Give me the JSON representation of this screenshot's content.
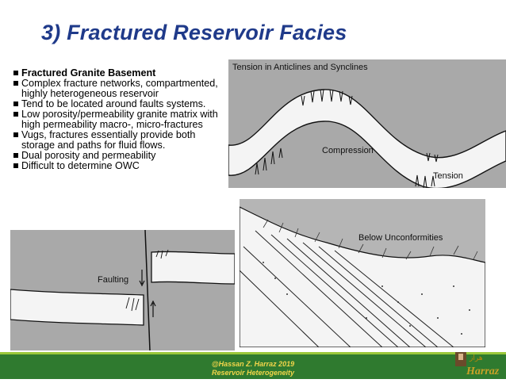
{
  "slide": {
    "title": "3) Fractured Reservoir Facies",
    "bullets": [
      {
        "text": "Fractured Granite Basement",
        "bold": true
      },
      {
        "text": "Complex fracture networks, compartmented, highly heterogeneous reservoir",
        "bold": false
      },
      {
        "text": "Tend to be located around faults systems.",
        "bold": false
      },
      {
        "text": "Low porosity/permeability granite matrix with high permeability macro-, micro-fractures",
        "bold": false
      },
      {
        "text": "Vugs, fractures essentially provide both storage and paths for fluid flows.",
        "bold": false
      },
      {
        "text": "Dual porosity and permeability",
        "bold": false
      },
      {
        "text": "Difficult to determine OWC",
        "bold": false
      }
    ]
  },
  "figures": {
    "tension": {
      "title": "Tension in Anticlines and Synclines",
      "compression": "Compression",
      "tension": "Tension"
    },
    "unconformity": {
      "label": "Below Unconformities"
    },
    "faulting": {
      "label": "Faulting"
    }
  },
  "footer": {
    "line1": "@Hassan Z. Harraz 2019",
    "line2": "Reservoir Heterogeneity"
  },
  "logo": {
    "text": "Harraz",
    "arabic": "هراز"
  },
  "colors": {
    "title": "#1f3a8a",
    "footer_bg": "#2f7a2f",
    "footer_text": "#f2d54a",
    "figure_gray": "#a9a9a9"
  }
}
